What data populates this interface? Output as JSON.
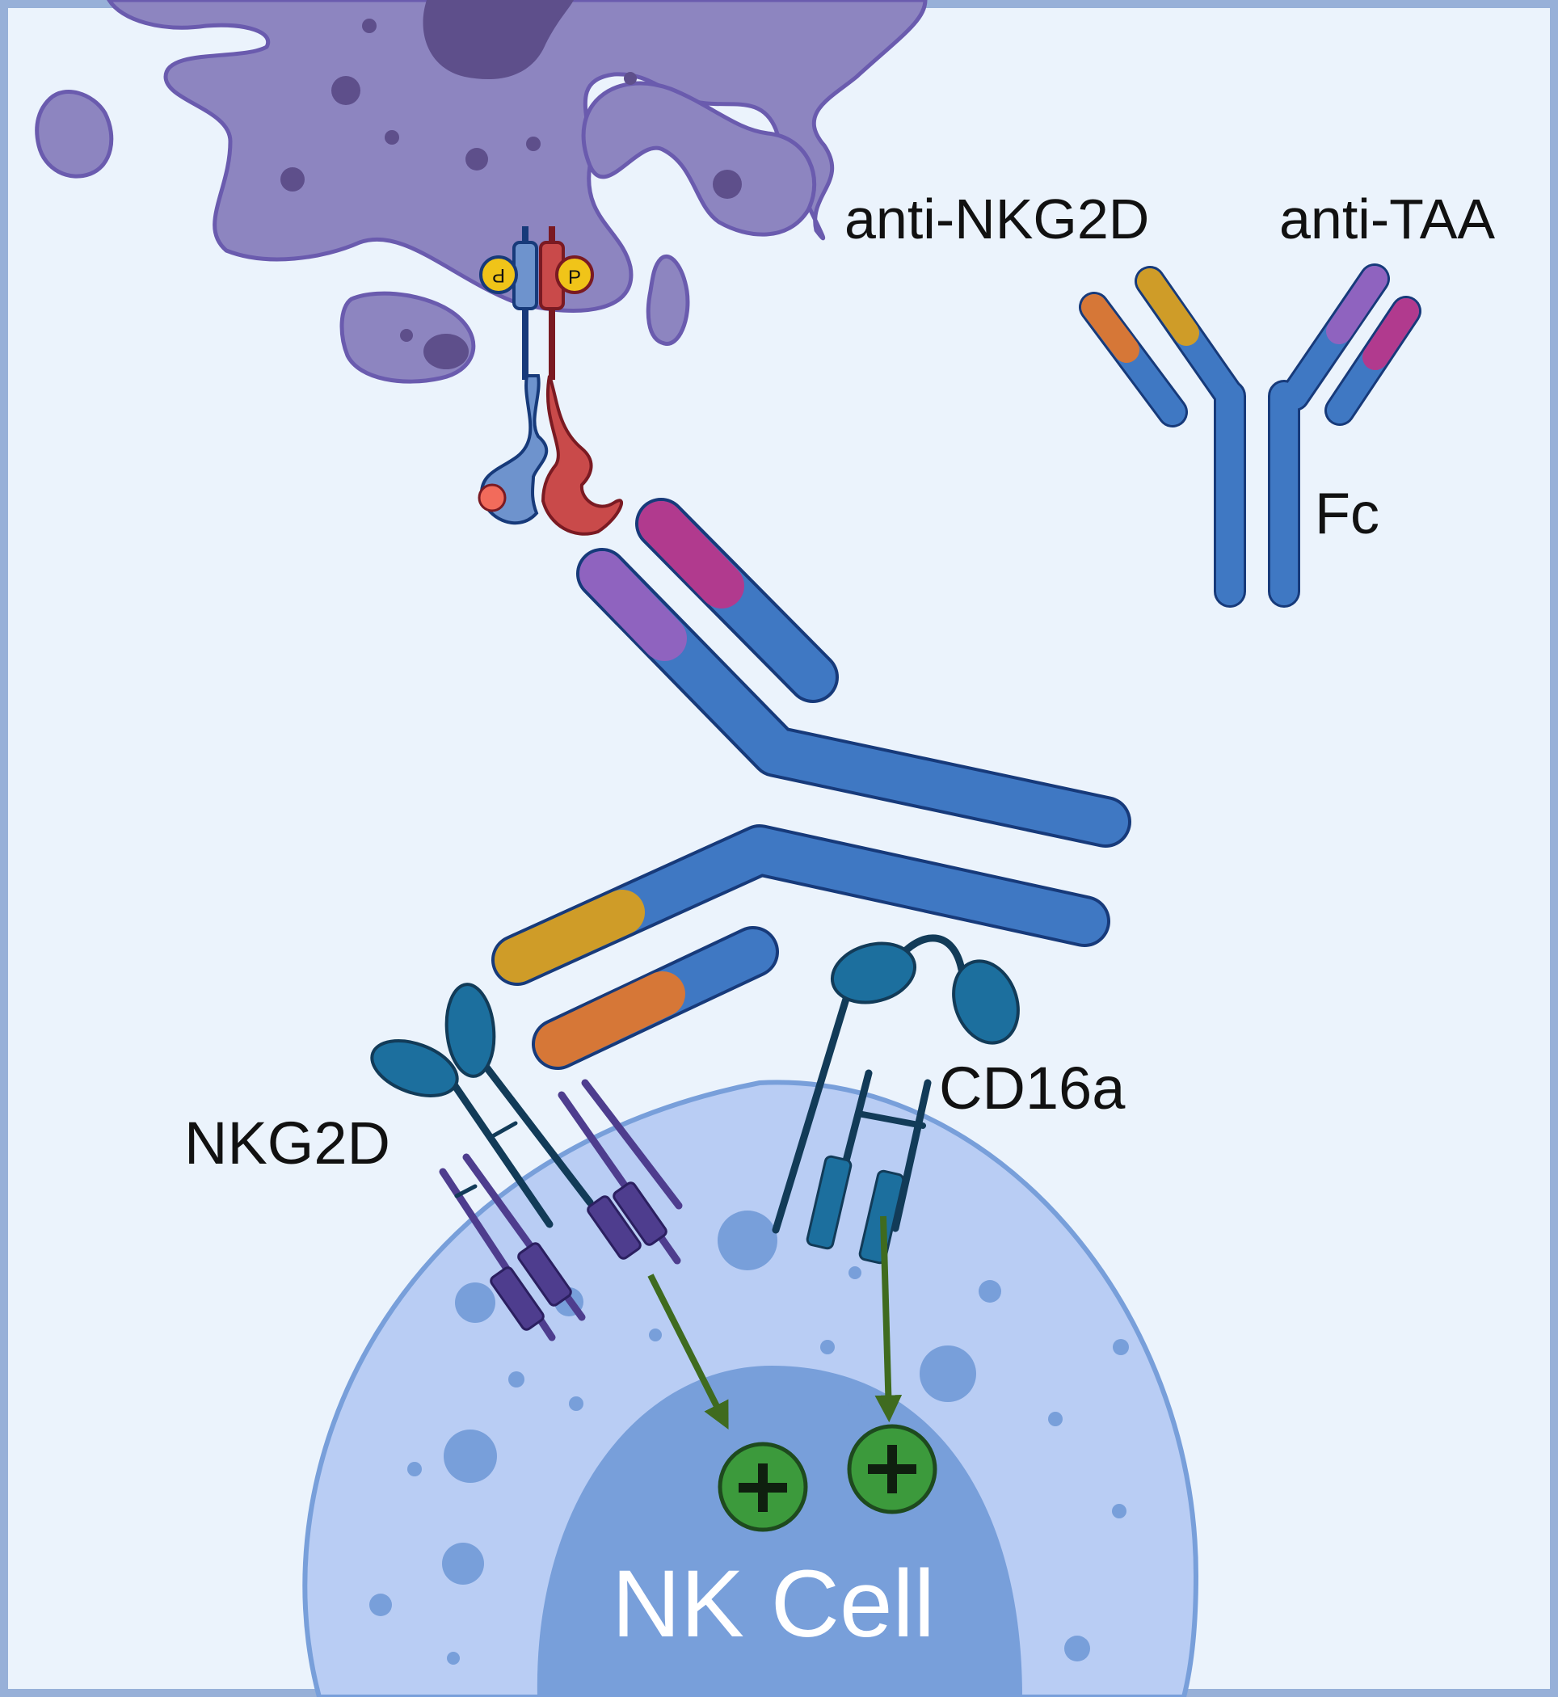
{
  "labels": {
    "anti_nkg2d": "anti-NKG2D",
    "anti_taa": "anti-TAA",
    "fc": "Fc",
    "nkg2d": "NKG2D",
    "cd16a": "CD16a",
    "nk_cell": "NK Cell"
  },
  "phospho_glyph": "P",
  "plus_glyph": "+",
  "colors": {
    "background": "#EBF3FC",
    "frame": "#97B0D8",
    "tumor_cell": "#8D85C0",
    "tumor_outline": "#6A5BAE",
    "antibody_blue": "#3F78C3",
    "antibody_outline": "#173A7A",
    "anti_nkg2d_orange": "#D67737",
    "anti_nkg2d_gold": "#CF9C28",
    "anti_taa_purple": "#8F63BF",
    "anti_taa_magenta": "#B13A8E",
    "nk_cytoplasm": "#B9CDF4",
    "nk_nucleus": "#789FDA",
    "receptor_teal": "#1C6F9E",
    "nkg2d_purple": "#4E3D8E",
    "activation_green": "#3C9A3C",
    "arrow_green": "#3F6B1F",
    "ligand_blue": "#6E93CD",
    "ligand_red": "#C94A4A",
    "phospho_yellow": "#F0C419"
  },
  "icons": [
    "tumor-cell",
    "mhc-like-ligand",
    "phosphate-icon",
    "bispecific-antibody",
    "y-antibody",
    "nkg2d-receptor",
    "cd16a-receptor",
    "activation-plus-icon",
    "signal-arrow"
  ]
}
